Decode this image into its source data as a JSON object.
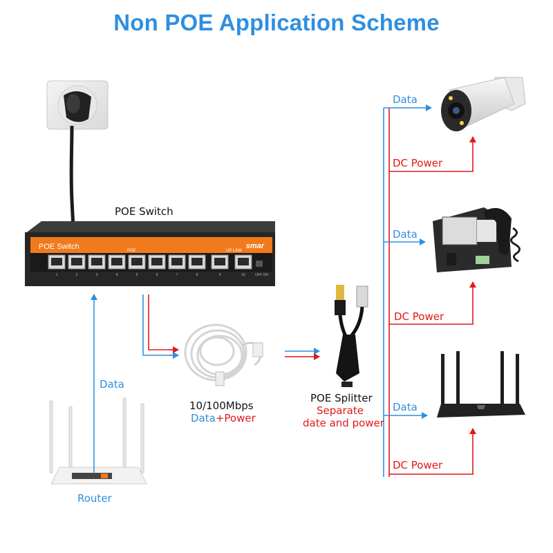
{
  "title": "Non POE Application Scheme",
  "switch": {
    "caption": "POE Switch",
    "panel_label": "POE Switch",
    "brand": "smar",
    "poe_label": "POE",
    "uplink_label": "UP LINK",
    "switch_label": "OFF ON",
    "port_numbers": [
      "1",
      "2",
      "3",
      "4",
      "5",
      "6",
      "7",
      "8",
      "9",
      "10"
    ]
  },
  "router": {
    "label": "Router",
    "link_label": "Data"
  },
  "cable": {
    "speed": "10/100Mbps",
    "data_word": "Data",
    "plus_word": "+",
    "power_word": "Power"
  },
  "splitter": {
    "name": "POE Splitter",
    "desc_line1": "Separate",
    "desc_line2": "date and power"
  },
  "devices": [
    {
      "name": "camera",
      "data_label": "Data",
      "power_label": "DC Power"
    },
    {
      "name": "ip-phone",
      "data_label": "Data",
      "power_label": "DC Power"
    },
    {
      "name": "wifi-router",
      "data_label": "Data",
      "power_label": "DC Power"
    }
  ],
  "colors": {
    "title": "#2f8fe0",
    "data": "#2f8fe0",
    "power": "#e01818",
    "switch_orange": "#f07a1c",
    "switch_body": "#2a2a2a"
  }
}
